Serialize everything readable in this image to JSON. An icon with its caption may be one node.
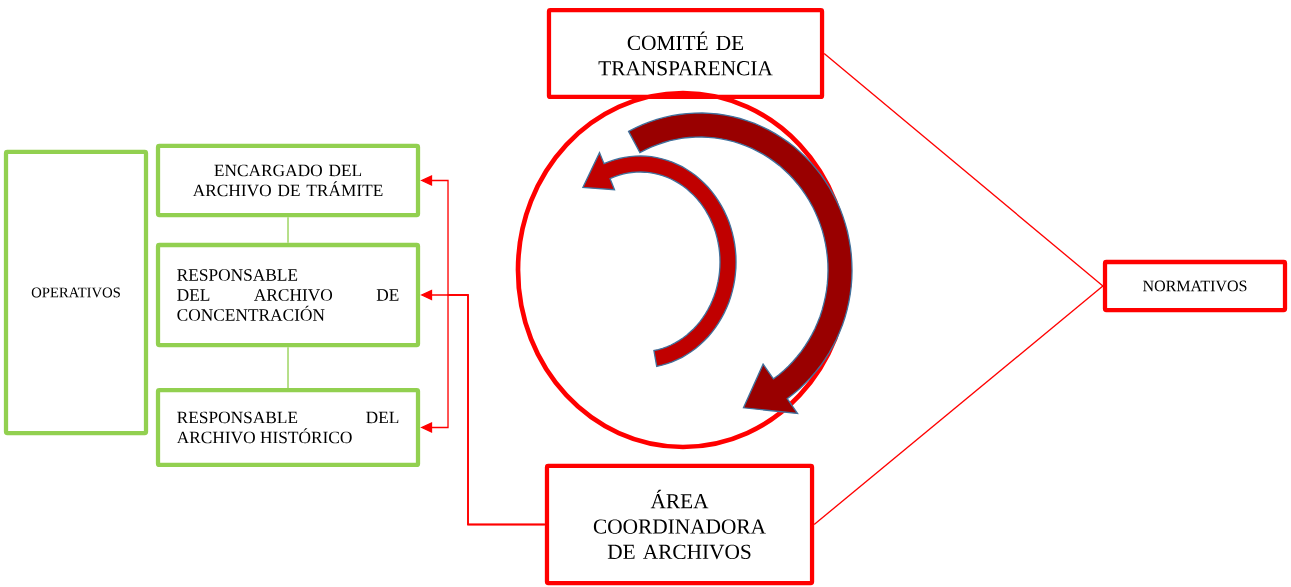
{
  "diagram": {
    "nodes": [
      {
        "text": [
          "OPERATIVOS"
        ]
      },
      {
        "text": [
          "ENCARGADO DEL ARCHIVO DE TRÁMITE"
        ]
      },
      {
        "text": [
          "RESPONSABLE DEL ARCHIVO DE CONCENTRACIÓN"
        ]
      },
      {
        "text": [
          "RESPONSABLE DEL ARCHIVO HISTÓRICO"
        ]
      },
      {
        "text": [
          "COMITÉ DE TRANSPARENCIA"
        ]
      },
      {
        "text": [
          "ÁREA COORDINADORA DE ARCHIVOS"
        ]
      },
      {
        "text": [
          "NORMATIVOS"
        ]
      }
    ],
    "edges": [
      {
        "from": 1,
        "to": 2,
        "arrow": "none",
        "color": "#92d050"
      },
      {
        "from": 2,
        "to": 3,
        "arrow": "none",
        "color": "#92d050"
      },
      {
        "from": 5,
        "to": 1,
        "arrow": "to"
      },
      {
        "from": 5,
        "to": 2,
        "arrow": "to"
      },
      {
        "from": 5,
        "to": 3,
        "arrow": "to"
      },
      {
        "from": 4,
        "to": 6,
        "arrow": "none"
      },
      {
        "from": 5,
        "to": 6,
        "arrow": "none"
      }
    ]
  }
}
